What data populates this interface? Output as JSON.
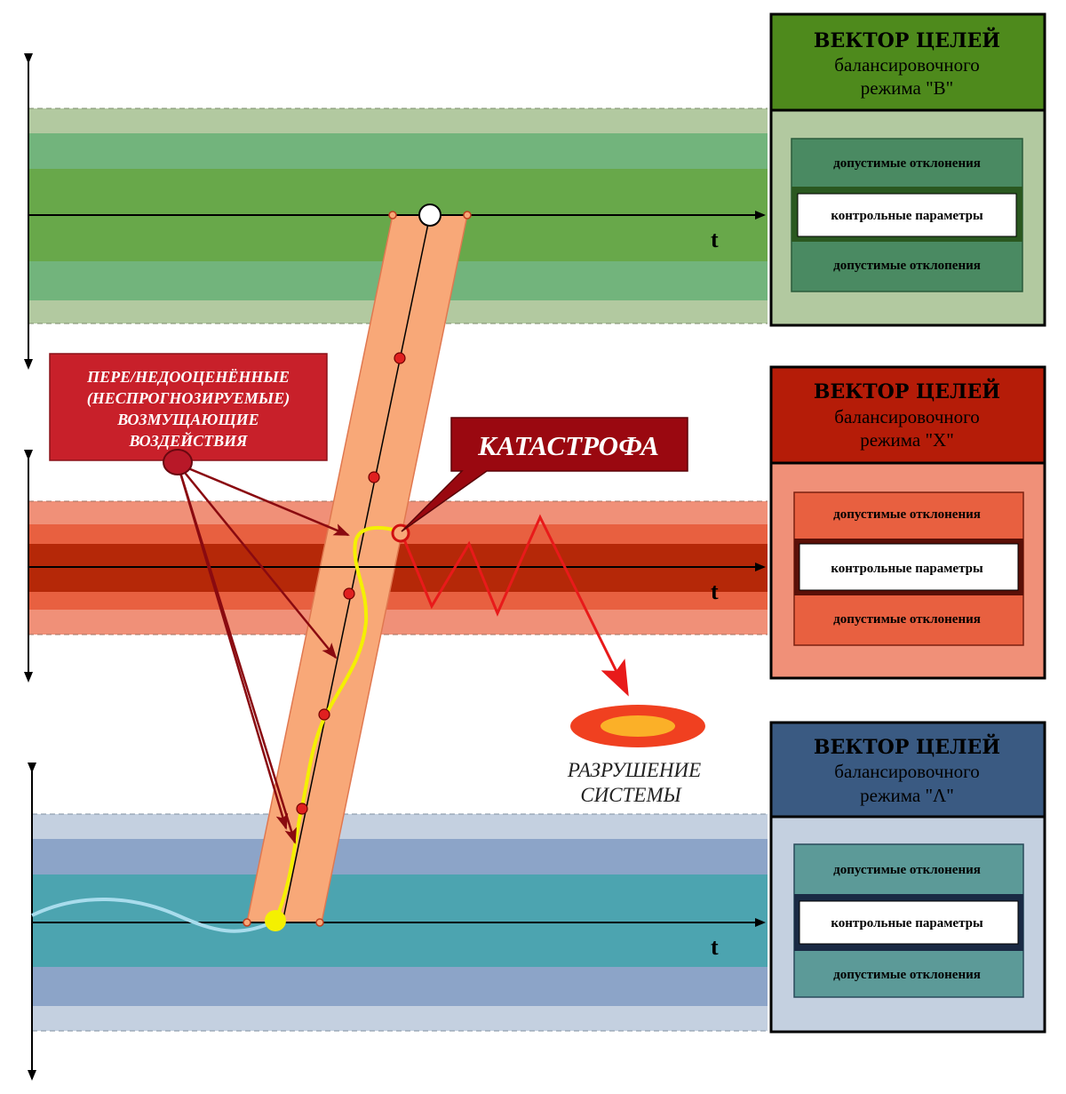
{
  "modes": [
    {
      "title_line1": "ВЕКТОР ЦЕЛЕЙ",
      "title_line2": "балансировочного",
      "title_line3": "режима \"В\"",
      "upper_label": "допустимые отклонения",
      "center_label": "контрольные параметры",
      "lower_label": "допустимые отклопения",
      "axis_label": "t",
      "colors": {
        "header": "#4e8a1c",
        "panel": "#b2c9a0",
        "inner": "#4a8a62",
        "outer_band": "#b2c9a0",
        "mid_band": "#72b47c",
        "center_band": "#68a84a"
      }
    },
    {
      "title_line1": "ВЕКТОР ЦЕЛЕЙ",
      "title_line2": "балансировочного",
      "title_line3": "режима \"Х\"",
      "upper_label": "допустимые отклонения",
      "center_label": "контрольные параметры",
      "lower_label": "допустимые отклонения",
      "axis_label": "t",
      "colors": {
        "header": "#b51c08",
        "panel": "#f09078",
        "inner": "#e86040",
        "outer_band": "#f09078",
        "mid_band": "#e86040",
        "center_band": "#b52808"
      }
    },
    {
      "title_line1": "ВЕКТОР ЦЕЛЕЙ",
      "title_line2": "балансировочного",
      "title_line3": "режима \"Λ\"",
      "upper_label": "допустимые отклонения",
      "center_label": "контрольные параметры",
      "lower_label": "допустимые отклонения",
      "axis_label": "t",
      "colors": {
        "header": "#3a5a82",
        "panel": "#c4d0e0",
        "inner": "#5c9a98",
        "outer_band": "#c4d0e0",
        "mid_band": "#8ca4c8",
        "center_band": "#4ca4b0"
      }
    }
  ],
  "disturbance": {
    "line1": "ПЕРЕ/НЕДООЦЕНЁННЫЕ",
    "line2": "(НЕСПРОГНОЗИРУЕМЫЕ)",
    "line3": "ВОЗМУЩАЮЩИЕ",
    "line4": "ВОЗДЕЙСТВИЯ"
  },
  "catastrophe": "КАТАСТРОФА",
  "destruction": {
    "line1": "РАЗРУШЕНИЕ",
    "line2": "СИСТЕМЫ"
  }
}
